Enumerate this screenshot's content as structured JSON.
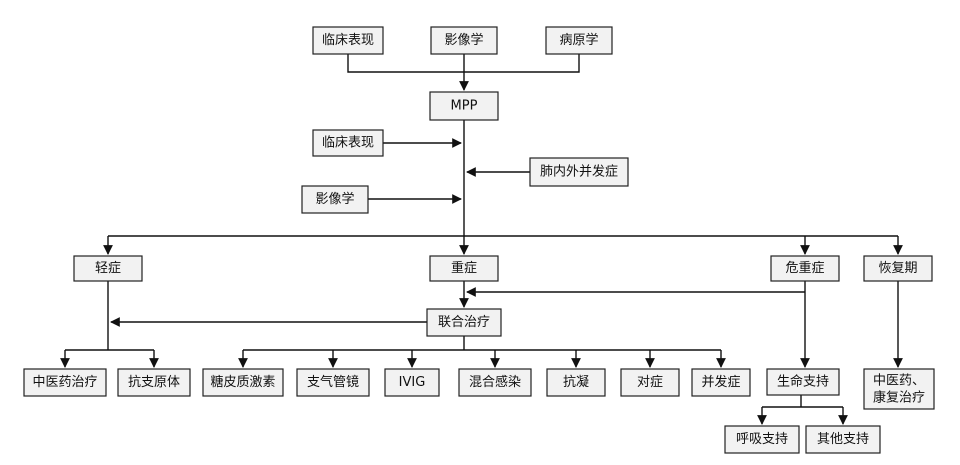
{
  "nodes": {
    "clinical_top": "临床表现",
    "imaging_top": "影像学",
    "pathogen": "病原学",
    "mpp": "MPP",
    "clinical_mid": "临床表现",
    "imaging_mid": "影像学",
    "complications_pul": "肺内外并发症",
    "mild": "轻症",
    "severe": "重症",
    "critical": "危重症",
    "recovery": "恢复期",
    "combined": "联合治疗",
    "tcm": "中医药治疗",
    "antibiotic": "抗支原体",
    "steroid": "糖皮质激素",
    "bronchoscopy": "支气管镜",
    "ivig": "IVIG",
    "mixed": "混合感染",
    "anticoag": "抗凝",
    "symptomatic": "对症",
    "complication": "并发症",
    "life_support": "生命支持",
    "recovery_treat_line1": "中医药、",
    "recovery_treat_line2": "康复治疗",
    "resp_support": "呼吸支持",
    "other_support": "其他支持"
  }
}
